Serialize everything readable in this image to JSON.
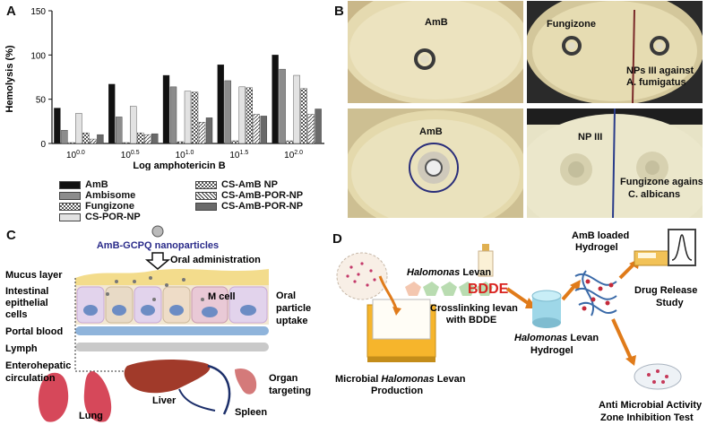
{
  "panels": {
    "a": "A",
    "b": "B",
    "c": "C",
    "d": "D"
  },
  "chart_data": {
    "type": "bar",
    "title": "",
    "xlabel": "Log amphotericin B",
    "ylabel": "Hemolysis (%)",
    "ylim": [
      0,
      150
    ],
    "yticks": [
      "0",
      "50",
      "100",
      "150"
    ],
    "categories": [
      {
        "base": "10",
        "exp": "0.0"
      },
      {
        "base": "10",
        "exp": "0.5"
      },
      {
        "base": "10",
        "exp": "1.0"
      },
      {
        "base": "10",
        "exp": "1.5"
      },
      {
        "base": "10",
        "exp": "2.0"
      }
    ],
    "legend_position": "bottom",
    "series": [
      {
        "name": "AmB",
        "color": "#111111",
        "pattern": "solid",
        "values": [
          40,
          67,
          77,
          89,
          100
        ]
      },
      {
        "name": "Ambisome",
        "color": "#8c8c8c",
        "pattern": "solid",
        "values": [
          15,
          30,
          64,
          71,
          84
        ]
      },
      {
        "name": "Fungizone",
        "color": "#ffffff",
        "pattern": "checker",
        "values": [
          1,
          1,
          2,
          3,
          3
        ]
      },
      {
        "name": "CS-POR-NP",
        "color": "#e2e2e2",
        "pattern": "solid",
        "values": [
          34,
          42,
          59,
          64,
          77
        ]
      },
      {
        "name": "CS-AmB NP",
        "color": "#ffffff",
        "pattern": "checker",
        "values": [
          12,
          12,
          58,
          63,
          62
        ]
      },
      {
        "name": "CS-AmB-POR-NP",
        "color": "#ffffff",
        "pattern": "hatch",
        "values": [
          5,
          10,
          24,
          33,
          33
        ]
      },
      {
        "name": "CS-AmB-POR-NP",
        "color": "#6a6a6a",
        "pattern": "solid",
        "values": [
          10,
          11,
          29,
          31,
          39
        ]
      }
    ]
  },
  "plates": {
    "p1": {
      "label": "AmB"
    },
    "p2": {
      "label": "Fungizone",
      "label2": "NPs III against",
      "label3": "A. fumigatus"
    },
    "p3": {
      "label": "AmB"
    },
    "p4": {
      "label": "NP III",
      "label2": "Fungizone against",
      "label3": "C. albicans"
    }
  },
  "panel_c": {
    "title": "AmB-GCPQ nanoparticles",
    "oral_admin": "Oral administration",
    "mucus": "Mucus layer",
    "intestinal": [
      "Intestinal",
      "epithelial",
      "cells"
    ],
    "portal": "Portal blood",
    "lymph": "Lymph",
    "entero": [
      "Enterohepatic",
      "circulation"
    ],
    "mcell": "M cell",
    "oral_particle": [
      "Oral",
      "particle",
      "uptake"
    ],
    "organ": [
      "Organ",
      "targeting"
    ],
    "liver": "Liver",
    "lung": "Lung",
    "spleen": "Spleen"
  },
  "panel_d": {
    "levan_italic": "Halomonas",
    "levan_rest": " Levan",
    "bdde": "BDDE",
    "crosslink": [
      "Crosslinking levan",
      "with BDDE"
    ],
    "hydrogel_italic": "Halomonas",
    "hydrogel_rest": " Levan",
    "hydrogel2": "Hydrogel",
    "amb_loaded": [
      "AmB loaded",
      "Hydrogel"
    ],
    "drug_release": [
      "Drug Release",
      "Study"
    ],
    "microbial_a": "Microbial ",
    "microbial_italic": "Halomonas",
    "microbial_b": " Levan",
    "production": "Production",
    "antimicrobial": [
      "Anti Microbial Activity",
      "Zone Inhibition Test"
    ]
  }
}
